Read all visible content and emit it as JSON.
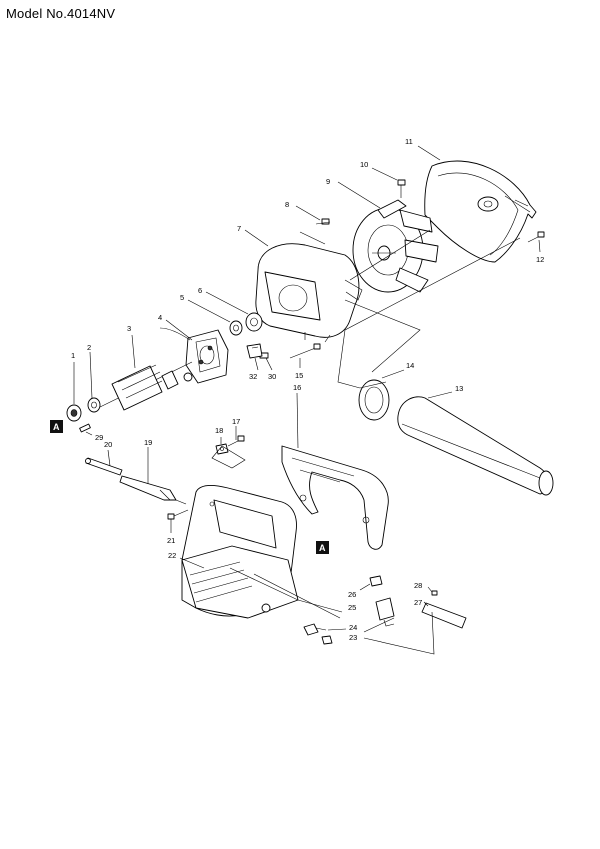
{
  "title": "Model No.4014NV",
  "markers": {
    "a1": "A",
    "a2": "A"
  },
  "callouts": {
    "c1": "1",
    "c2": "2",
    "c3": "3",
    "c4": "4",
    "c5": "5",
    "c6": "6",
    "c7": "7",
    "c8": "8",
    "c9": "9",
    "c10": "10",
    "c11": "11",
    "c12": "12",
    "c13": "13",
    "c14": "14",
    "c15": "15",
    "c16": "16",
    "c17": "17",
    "c18": "18",
    "c19": "19",
    "c20": "20",
    "c21": "21",
    "c22": "22",
    "c23": "23",
    "c24": "24",
    "c25": "25",
    "c26": "26",
    "c27": "27",
    "c28": "28",
    "c29": "29",
    "c30": "30",
    "c32": "32"
  }
}
